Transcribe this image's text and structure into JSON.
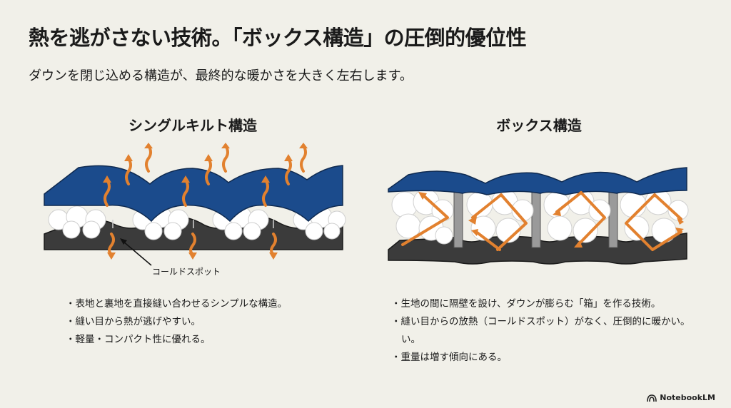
{
  "header": {
    "title": "熱を逃がさない技術。「ボックス構造」の圧倒的優位性",
    "subtitle": "ダウンを閉じ込める構造が、最終的な暖かさを大きく左右します。"
  },
  "colors": {
    "background": "#f1f0e9",
    "top_fabric": "#1b4b8c",
    "bottom_fabric": "#3b3b3b",
    "heat_arrow": "#e2812f",
    "down": "#ffffff"
  },
  "panels": [
    {
      "title": "シングルキルト構造",
      "callout": "コールドスポット",
      "bullets": [
        "表地と裏地を直接縫い合わせるシンプルな構造。",
        "縫い目から熱が逃げやすい。",
        "軽量・コンパクト性に優れる。"
      ]
    },
    {
      "title": "ボックス構造",
      "bullets": [
        "生地の間に隔壁を設け、ダウンが膨らむ「箱」を作る技術。",
        "縫い目からの放熱（コールドスポット）がなく、圧倒的に暖かい。",
        "い。",
        "重量は増す傾向にある。"
      ]
    }
  ],
  "footer": {
    "brand": "NotebookLM",
    "icon": "notebooklm-logo-icon"
  }
}
